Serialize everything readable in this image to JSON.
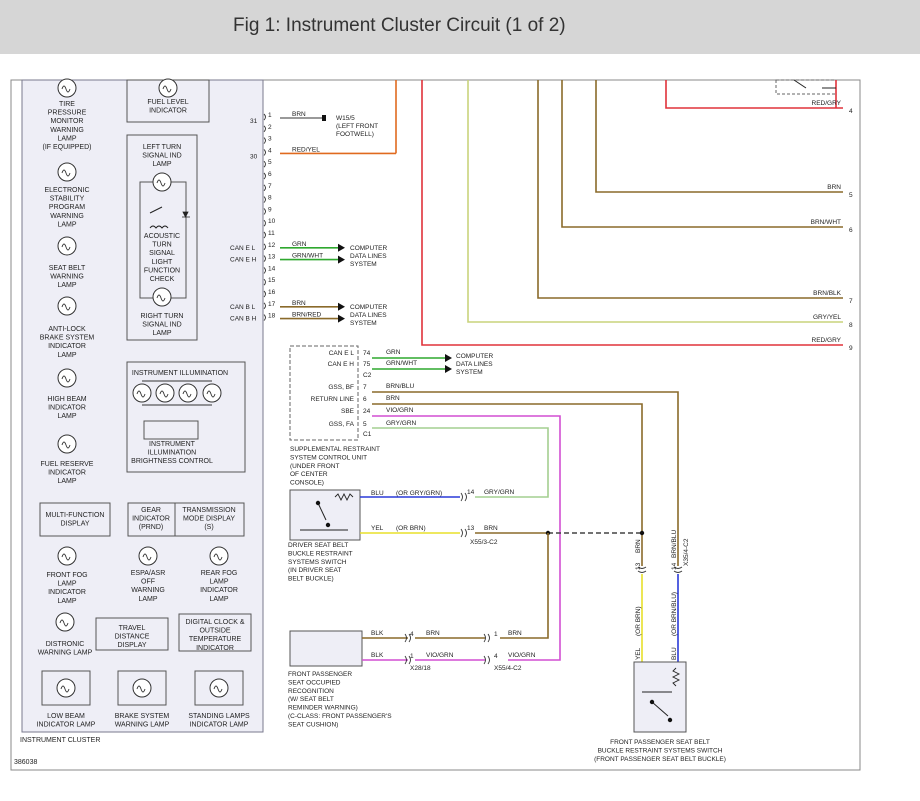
{
  "header": {
    "title": "Fig 1: Instrument Cluster Circuit (1 of 2)"
  },
  "colors": {
    "header_bg": "#d6d6d6",
    "panel_fill": "#eeeef6",
    "panel_stroke": "#7a7a8e",
    "wire_orange": "#e06a1f",
    "wire_red": "#e0323a",
    "wire_brown": "#8a6a2a",
    "wire_green": "#2fa82f",
    "wire_magenta": "#d24fd2",
    "wire_lightgreen": "#a4cf90",
    "wire_olive": "#c9d37c",
    "wire_blue": "#2a3ad8",
    "wire_yellow": "#e8e02a"
  },
  "cluster": {
    "name": "INSTRUMENT CLUSTER",
    "lamps": [
      {
        "label": [
          "TIRE",
          "PRESSURE",
          "MONITOR",
          "WARNING",
          "LAMP",
          "(IF EQUIPPED)"
        ],
        "icon": "tire-pressure-icon"
      },
      {
        "label": [
          "ELECTRONIC",
          "STABILITY",
          "PROGRAM",
          "WARNING",
          "LAMP"
        ],
        "icon": "esp-icon"
      },
      {
        "label": [
          "SEAT BELT",
          "WARNING",
          "LAMP"
        ],
        "icon": "seat-belt-icon"
      },
      {
        "label": [
          "ANTI-LOCK",
          "BRAKE SYSTEM",
          "INDICATOR",
          "LAMP"
        ],
        "icon": "abs-icon"
      },
      {
        "label": [
          "HIGH BEAM",
          "INDICATOR",
          "LAMP"
        ],
        "icon": "high-beam-icon"
      },
      {
        "label": [
          "FUEL RESERVE",
          "INDICATOR",
          "LAMP"
        ],
        "icon": "fuel-reserve-icon"
      }
    ],
    "fuel_level": [
      "FUEL LEVEL",
      "INDICATOR"
    ],
    "turn_signal": {
      "left": [
        "LEFT TURN",
        "SIGNAL IND",
        "LAMP"
      ],
      "acoustic": [
        "ACOUSTIC",
        "TURN",
        "SIGNAL",
        "LIGHT",
        "FUNCTION",
        "CHECK"
      ],
      "right": [
        "RIGHT TURN",
        "SIGNAL IND",
        "LAMP"
      ]
    },
    "illumination": {
      "title": "INSTRUMENT ILLUMINATION",
      "control": [
        "INSTRUMENT",
        "ILLUMINATION",
        "BRIGHTNESS CONTROL"
      ]
    },
    "multifunction": [
      "MULTI-FUNCTION",
      "DISPLAY"
    ],
    "gear": [
      "GEAR",
      "INDICATOR",
      "(PRND)"
    ],
    "trans_mode": [
      "TRANSMISSION",
      "MODE DISPLAY",
      "(S)"
    ],
    "front_fog": [
      "FRONT FOG",
      "LAMP",
      "INDICATOR",
      "LAMP"
    ],
    "espa": [
      "ESPA/ASR",
      "OFF",
      "WARNING",
      "LAMP"
    ],
    "rear_fog": [
      "REAR FOG",
      "LAMP",
      "INDICATOR",
      "LAMP"
    ],
    "distronic": [
      "DISTRONIC",
      "WARNING LAMP"
    ],
    "travel_distance": [
      "TRAVEL",
      "DISTANCE",
      "DISPLAY"
    ],
    "clock": [
      "DIGITAL CLOCK &",
      "OUTSIDE",
      "TEMPERATURE",
      "INDICATOR"
    ],
    "low_beam": [
      "LOW BEAM",
      "INDICATOR LAMP"
    ],
    "brake": [
      "BRAKE SYSTEM",
      "WARNING LAMP"
    ],
    "standing": [
      "STANDING LAMPS",
      "INDICATOR LAMP"
    ]
  },
  "connector": {
    "pins": [
      "1",
      "2",
      "3",
      "4",
      "5",
      "6",
      "7",
      "8",
      "9",
      "10",
      "11",
      "12",
      "13",
      "14",
      "15",
      "16",
      "17",
      "18"
    ],
    "num_31": "31",
    "num_30": "30",
    "can_e_l": "CAN E L",
    "can_e_h": "CAN E H",
    "can_b_l": "CAN B L",
    "can_b_h": "CAN B H"
  },
  "wires": {
    "w1": "BRN",
    "w4": "RED/YEL",
    "w12": "GRN",
    "w13": "GRN/WHT",
    "w17": "BRN",
    "w18": "BRN/RED",
    "ground_ref": [
      "W15/5",
      "(LEFT FRONT",
      "FOOTWELL)"
    ],
    "computer_data": [
      "COMPUTER",
      "DATA LINES",
      "SYSTEM"
    ]
  },
  "right_wires": [
    {
      "label": "RED/GRY",
      "pin": "4"
    },
    {
      "label": "BRN",
      "pin": "5"
    },
    {
      "label": "BRN/WHT",
      "pin": "6"
    },
    {
      "label": "BRN/BLK",
      "pin": "7"
    },
    {
      "label": "GRY/YEL",
      "pin": "8"
    },
    {
      "label": "RED/GRY",
      "pin": "9"
    }
  ],
  "srs": {
    "pins": [
      {
        "name": "CAN E L",
        "pin": "74",
        "wire": "GRN"
      },
      {
        "name": "CAN E H",
        "pin": "75",
        "wire": "GRN/WHT"
      },
      {
        "name": "",
        "pin": "C2",
        "wire": ""
      },
      {
        "name": "GSS, BF",
        "pin": "7",
        "wire": "BRN/BLU"
      },
      {
        "name": "RETURN LINE",
        "pin": "6",
        "wire": "BRN"
      },
      {
        "name": "SBE",
        "pin": "24",
        "wire": "VIO/GRN"
      },
      {
        "name": "GSS, FA",
        "pin": "5",
        "wire": "GRY/GRN"
      },
      {
        "name": "",
        "pin": "C1",
        "wire": ""
      }
    ],
    "label": [
      "SUPPLEMENTAL RESTRAINT",
      "SYSTEM CONTROL UNIT",
      "(UNDER FRONT",
      "OF CENTER",
      "CONSOLE)"
    ]
  },
  "driver_switch": {
    "label": [
      "DRIVER SEAT BELT",
      "BUCKLE RESTRAINT",
      "SYSTEMS SWITCH",
      "(IN DRIVER SEAT",
      "BELT BUCKLE)"
    ],
    "blu": "BLU",
    "blu_alt": "(OR GRY/GRN)",
    "yel": "YEL",
    "yel_alt": "(OR BRN)",
    "pin14": "14",
    "gry_grn": "GRY/GRN",
    "pin13": "13",
    "brn": "BRN",
    "conn": "X55/3-C2"
  },
  "occupied": {
    "label": [
      "FRONT PASSENGER",
      "SEAT OCCUPIED",
      "RECOGNITION",
      "(W/ SEAT BELT",
      "REMINDER WARNING)",
      "(C-CLASS: FRONT PASSENGER'S",
      "SEAT CUSHION)"
    ],
    "blk1": "BLK",
    "blk2": "BLK",
    "p4": "4",
    "brn": "BRN",
    "p1": "1",
    "brn2": "BRN",
    "p1b": "1",
    "vio": "VIO/GRN",
    "p4b": "4",
    "vio2": "VIO/GRN",
    "x28": "X28/18",
    "x55": "X55/4-C2"
  },
  "pass_switch": {
    "label": [
      "FRONT PASSENGER SEAT BELT",
      "BUCKLE RESTRAINT SYSTEMS SWITCH",
      "(FRONT PASSENGER SEAT BELT BUCKLE)"
    ],
    "v13": "13",
    "v_brn": "BRN",
    "v14": "14",
    "v_brnblu": "BRN/BLU",
    "v_conn": "X35/4-C2",
    "v_yel": "YEL",
    "v_orbrn": "(OR BRN)",
    "v_blu": "BLU",
    "v_orbrnblu": "(OR BRN/BLU)"
  },
  "figure_id": "386038"
}
